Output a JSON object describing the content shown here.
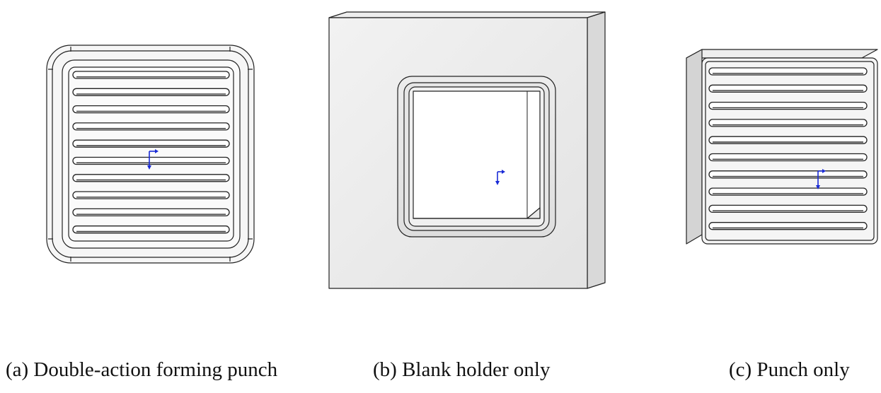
{
  "figure": {
    "captions": [
      "(a) Double-action forming punch",
      "(b) Blank holder only",
      "(c) Punch only"
    ],
    "slot_count_a": 10,
    "slot_count_c": 10,
    "colors": {
      "outline": "#222222",
      "face": "#f3f3f3",
      "side_face": "#dcdcdc",
      "top_face": "#eeeeee",
      "axis_triad": "#1a2bd6"
    }
  }
}
